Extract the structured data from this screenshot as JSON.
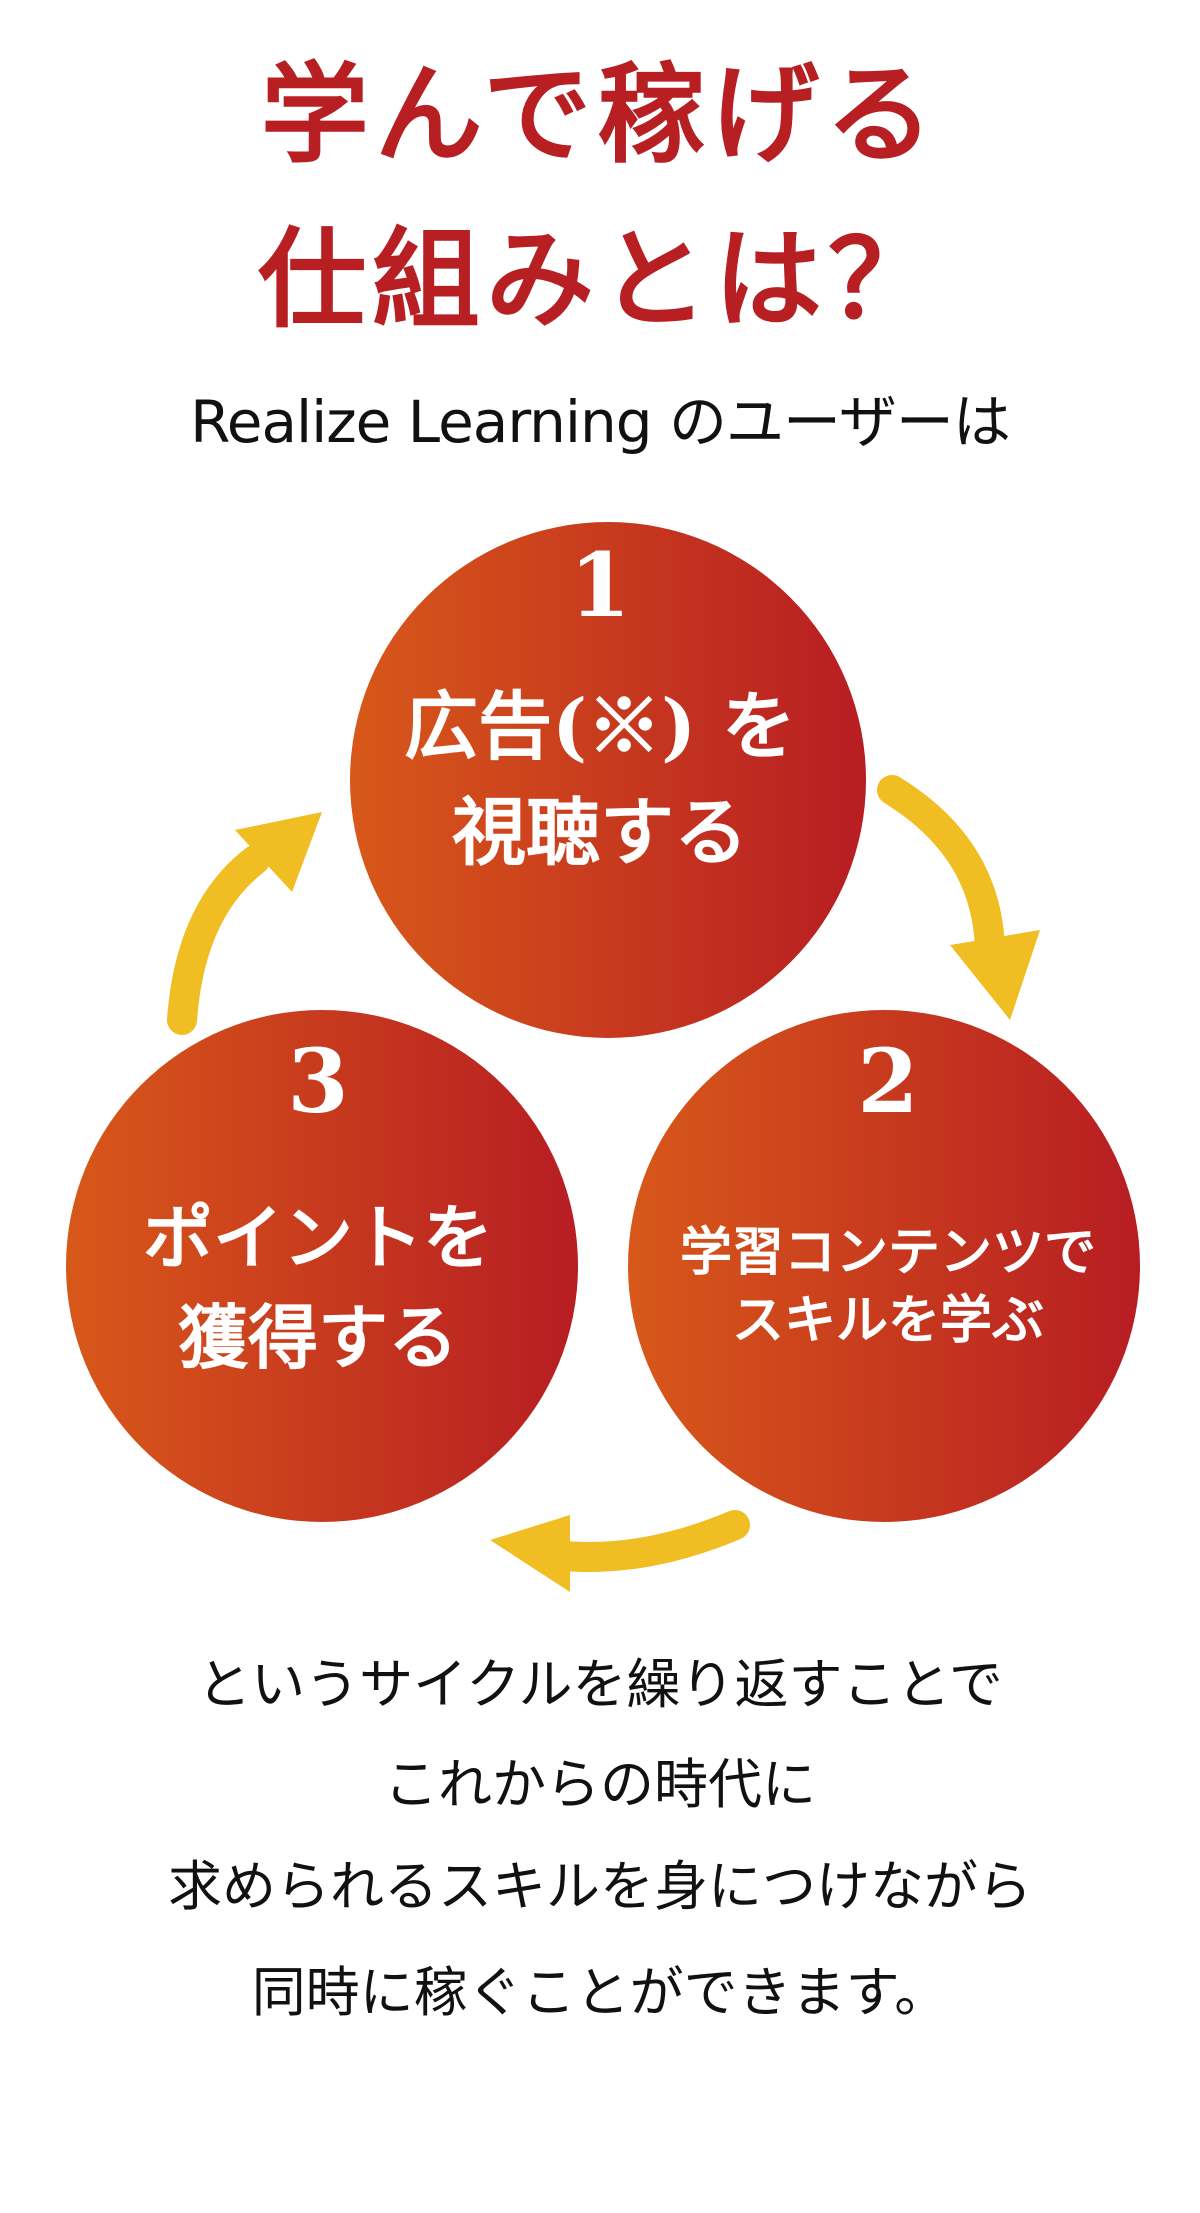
{
  "title": {
    "line1": "学んで稼げる",
    "line2": "仕組みとは？"
  },
  "subtitle": "Realize Learning のユーザーは",
  "steps": [
    {
      "number": "1",
      "lines": [
        "広告(※) を",
        "視聴する"
      ]
    },
    {
      "number": "2",
      "lines": [
        "学習コンテンツで",
        "スキルを学ぶ"
      ]
    },
    {
      "number": "3",
      "lines": [
        "ポイントを",
        "獲得する"
      ]
    }
  ],
  "body": {
    "line1": "というサイクルを繰り返すことで",
    "line2": "これからの時代に",
    "line3": "求められるスキルを身につけながら",
    "line4": "同時に稼ぐことができます。"
  },
  "colors": {
    "title": "#b71f22",
    "circle_start": "#d8581a",
    "circle_end": "#b71d22",
    "arrow": "#f0bd22",
    "circle_text": "#ffffff"
  }
}
